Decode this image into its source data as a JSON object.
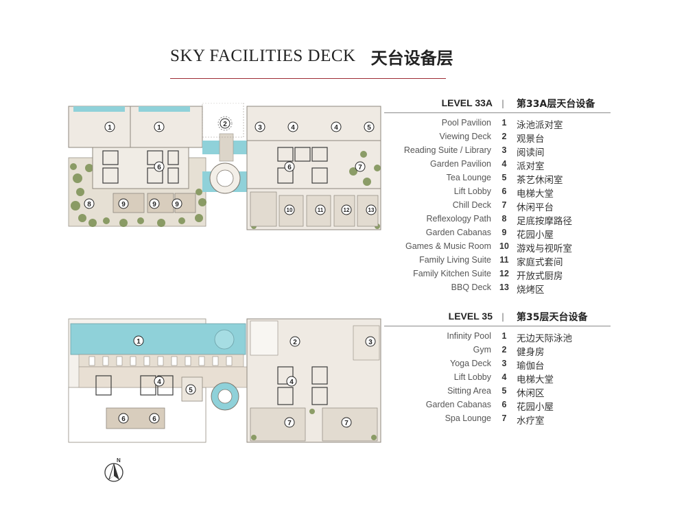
{
  "title": {
    "en": "SKY FACILITIES DECK",
    "zh": "天台设备层"
  },
  "level33a": {
    "label": "LEVEL 33A",
    "separator": "|",
    "label_zh": "第33A层天台设备",
    "items": [
      {
        "en": "Pool Pavilion",
        "num": "1",
        "zh": "泳池派对室"
      },
      {
        "en": "Viewing Deck",
        "num": "2",
        "zh": "观景台"
      },
      {
        "en": "Reading Suite / Library",
        "num": "3",
        "zh": "阅读间"
      },
      {
        "en": "Garden Pavilion",
        "num": "4",
        "zh": "派对室"
      },
      {
        "en": "Tea Lounge",
        "num": "5",
        "zh": "茶艺休闲室"
      },
      {
        "en": "Lift Lobby",
        "num": "6",
        "zh": "电梯大堂"
      },
      {
        "en": "Chill Deck",
        "num": "7",
        "zh": "休闲平台"
      },
      {
        "en": "Reflexology Path",
        "num": "8",
        "zh": "足底按摩路径"
      },
      {
        "en": "Garden Cabanas",
        "num": "9",
        "zh": "花园小屋"
      },
      {
        "en": "Games & Music Room",
        "num": "10",
        "zh": "游戏与视听室"
      },
      {
        "en": "Family Living Suite",
        "num": "11",
        "zh": "家庭式套间"
      },
      {
        "en": "Family Kitchen Suite",
        "num": "12",
        "zh": "开放式厨房"
      },
      {
        "en": "BBQ Deck",
        "num": "13",
        "zh": "烧烤区"
      }
    ]
  },
  "level35": {
    "label": "LEVEL 35",
    "separator": "|",
    "label_zh": "第35层天台设备",
    "items": [
      {
        "en": "Infinity Pool",
        "num": "1",
        "zh": "无边天际泳池"
      },
      {
        "en": "Gym",
        "num": "2",
        "zh": "健身房"
      },
      {
        "en": "Yoga Deck",
        "num": "3",
        "zh": "瑜伽台"
      },
      {
        "en": "Lift Lobby",
        "num": "4",
        "zh": "电梯大堂"
      },
      {
        "en": "Sitting Area",
        "num": "5",
        "zh": "休闲区"
      },
      {
        "en": "Garden Cabanas",
        "num": "6",
        "zh": "花园小屋"
      },
      {
        "en": "Spa Lounge",
        "num": "7",
        "zh": "水疗室"
      }
    ]
  },
  "north_label": "N",
  "colors": {
    "accent_rule": "#9c2a33",
    "water": "#8fd1d9",
    "greenery": "#7a8f52",
    "floor": "#e9e4dc",
    "deck": "#d8cdbd"
  }
}
